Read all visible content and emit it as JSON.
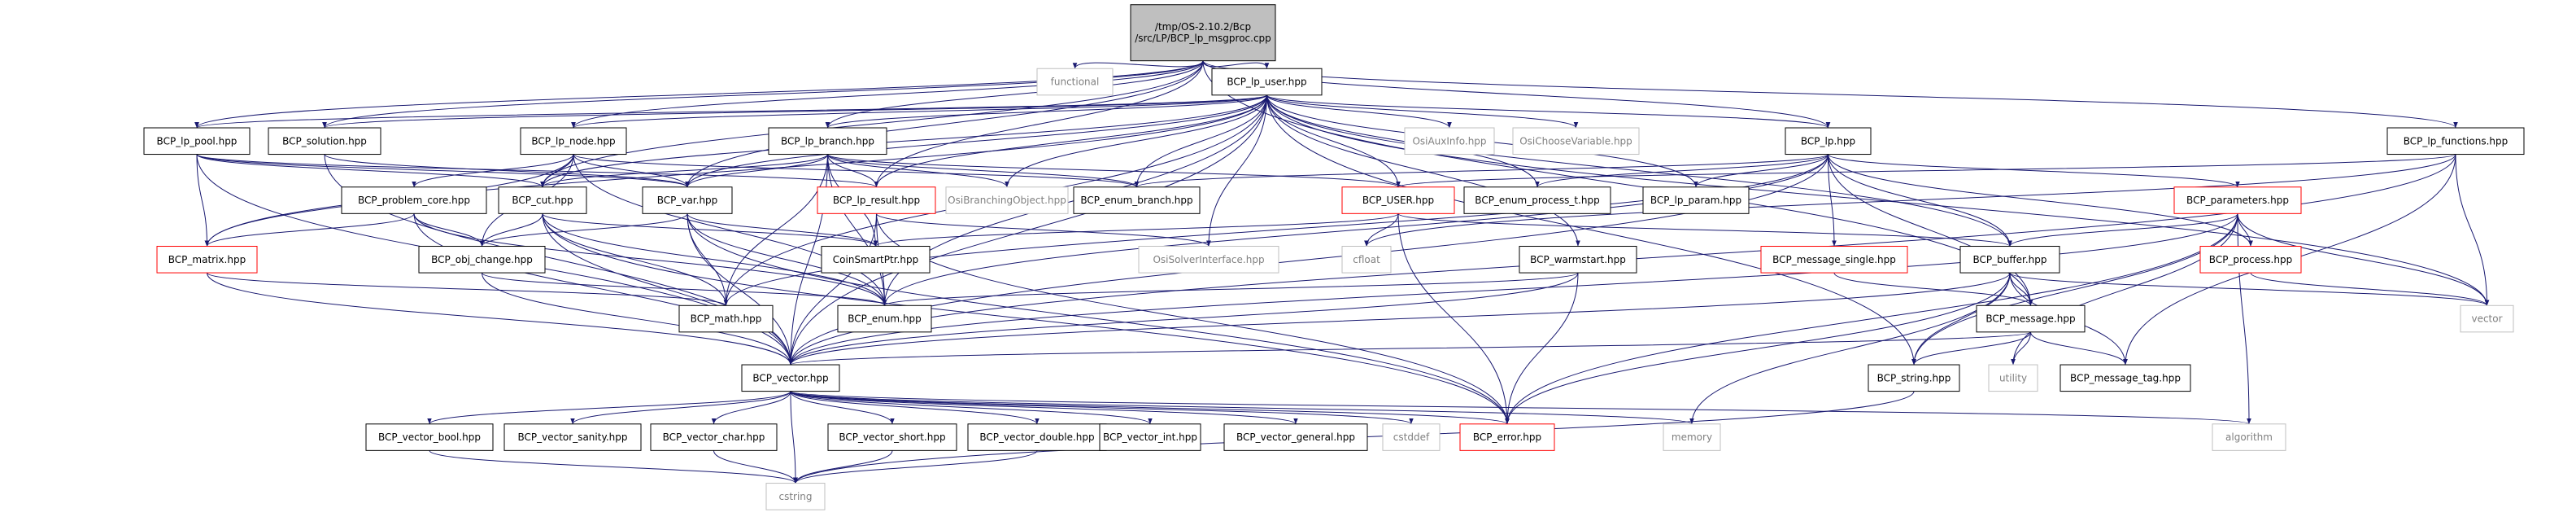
{
  "diagram": {
    "colors": {
      "edge": "#191970",
      "node_border": "#000000",
      "node_fill": "#ffffff",
      "root_fill": "#bfbfbf",
      "error_border": "#ff0000",
      "external_border": "#bfbfbf",
      "external_text": "#808080",
      "text": "#000000"
    },
    "nodes": [
      {
        "id": "root",
        "label": "/tmp/OS-2.10.2/Bcp\n/src/LP/BCP_lp_msgproc.cpp",
        "kind": "root"
      },
      {
        "id": "functional",
        "label": "functional",
        "kind": "external"
      },
      {
        "id": "lp_user",
        "label": "BCP_lp_user.hpp",
        "kind": "normal"
      },
      {
        "id": "lp_pool",
        "label": "BCP_lp_pool.hpp",
        "kind": "normal"
      },
      {
        "id": "solution",
        "label": "BCP_solution.hpp",
        "kind": "normal"
      },
      {
        "id": "lp_node",
        "label": "BCP_lp_node.hpp",
        "kind": "normal"
      },
      {
        "id": "lp_branch",
        "label": "BCP_lp_branch.hpp",
        "kind": "normal"
      },
      {
        "id": "osiauxinfo",
        "label": "OsiAuxInfo.hpp",
        "kind": "external"
      },
      {
        "id": "osichoose",
        "label": "OsiChooseVariable.hpp",
        "kind": "external"
      },
      {
        "id": "lp_hpp",
        "label": "BCP_lp.hpp",
        "kind": "normal"
      },
      {
        "id": "lp_functions",
        "label": "BCP_lp_functions.hpp",
        "kind": "normal"
      },
      {
        "id": "problem_core",
        "label": "BCP_problem_core.hpp",
        "kind": "normal"
      },
      {
        "id": "cut",
        "label": "BCP_cut.hpp",
        "kind": "normal"
      },
      {
        "id": "var",
        "label": "BCP_var.hpp",
        "kind": "normal"
      },
      {
        "id": "lp_result",
        "label": "BCP_lp_result.hpp",
        "kind": "error"
      },
      {
        "id": "osibranching",
        "label": "OsiBranchingObject.hpp",
        "kind": "external"
      },
      {
        "id": "enum_branch",
        "label": "BCP_enum_branch.hpp",
        "kind": "normal"
      },
      {
        "id": "user",
        "label": "BCP_USER.hpp",
        "kind": "error"
      },
      {
        "id": "enum_process_t",
        "label": "BCP_enum_process_t.hpp",
        "kind": "normal"
      },
      {
        "id": "lp_param",
        "label": "BCP_lp_param.hpp",
        "kind": "normal"
      },
      {
        "id": "parameters",
        "label": "BCP_parameters.hpp",
        "kind": "error"
      },
      {
        "id": "matrix",
        "label": "BCP_matrix.hpp",
        "kind": "error"
      },
      {
        "id": "obj_change",
        "label": "BCP_obj_change.hpp",
        "kind": "normal"
      },
      {
        "id": "coinsmartptr",
        "label": "CoinSmartPtr.hpp",
        "kind": "normal"
      },
      {
        "id": "osisolver",
        "label": "OsiSolverInterface.hpp",
        "kind": "external"
      },
      {
        "id": "cfloat",
        "label": "cfloat",
        "kind": "external"
      },
      {
        "id": "message_single",
        "label": "BCP_message_single.hpp",
        "kind": "error"
      },
      {
        "id": "buffer",
        "label": "BCP_buffer.hpp",
        "kind": "normal"
      },
      {
        "id": "process",
        "label": "BCP_process.hpp",
        "kind": "error"
      },
      {
        "id": "warmstart",
        "label": "BCP_warmstart.hpp",
        "kind": "normal"
      },
      {
        "id": "math",
        "label": "BCP_math.hpp",
        "kind": "normal"
      },
      {
        "id": "enum",
        "label": "BCP_enum.hpp",
        "kind": "normal"
      },
      {
        "id": "message",
        "label": "BCP_message.hpp",
        "kind": "normal"
      },
      {
        "id": "vector_ext",
        "label": "vector",
        "kind": "external"
      },
      {
        "id": "vector_hpp",
        "label": "BCP_vector.hpp",
        "kind": "normal"
      },
      {
        "id": "string_hpp",
        "label": "BCP_string.hpp",
        "kind": "normal"
      },
      {
        "id": "utility",
        "label": "utility",
        "kind": "external"
      },
      {
        "id": "message_tag",
        "label": "BCP_message_tag.hpp",
        "kind": "normal"
      },
      {
        "id": "vector_bool",
        "label": "BCP_vector_bool.hpp",
        "kind": "normal"
      },
      {
        "id": "vector_sanity",
        "label": "BCP_vector_sanity.hpp",
        "kind": "normal"
      },
      {
        "id": "vector_char",
        "label": "BCP_vector_char.hpp",
        "kind": "normal"
      },
      {
        "id": "vector_short",
        "label": "BCP_vector_short.hpp",
        "kind": "normal"
      },
      {
        "id": "vector_double",
        "label": "BCP_vector_double.hpp",
        "kind": "normal"
      },
      {
        "id": "vector_int",
        "label": "BCP_vector_int.hpp",
        "kind": "normal"
      },
      {
        "id": "vector_general",
        "label": "BCP_vector_general.hpp",
        "kind": "normal"
      },
      {
        "id": "cstddef",
        "label": "cstddef",
        "kind": "external"
      },
      {
        "id": "error",
        "label": "BCP_error.hpp",
        "kind": "error"
      },
      {
        "id": "memory",
        "label": "memory",
        "kind": "external"
      },
      {
        "id": "algorithm",
        "label": "algorithm",
        "kind": "external"
      },
      {
        "id": "cstring",
        "label": "cstring",
        "kind": "external"
      }
    ],
    "edges": [
      [
        "root",
        "functional"
      ],
      [
        "root",
        "lp_user"
      ],
      [
        "root",
        "lp_hpp"
      ],
      [
        "root",
        "lp_functions"
      ],
      [
        "root",
        "message"
      ],
      [
        "root",
        "lp_pool"
      ],
      [
        "root",
        "solution"
      ],
      [
        "root",
        "lp_node"
      ],
      [
        "root",
        "lp_branch"
      ],
      [
        "root",
        "cut"
      ],
      [
        "root",
        "var"
      ],
      [
        "root",
        "lp_result"
      ],
      [
        "lp_user",
        "lp_pool"
      ],
      [
        "lp_user",
        "solution"
      ],
      [
        "lp_user",
        "lp_node"
      ],
      [
        "lp_user",
        "lp_branch"
      ],
      [
        "lp_user",
        "osiauxinfo"
      ],
      [
        "lp_user",
        "osichoose"
      ],
      [
        "lp_user",
        "lp_hpp"
      ],
      [
        "lp_user",
        "cut"
      ],
      [
        "lp_user",
        "var"
      ],
      [
        "lp_user",
        "lp_result"
      ],
      [
        "lp_user",
        "osibranching"
      ],
      [
        "lp_user",
        "enum_branch"
      ],
      [
        "lp_user",
        "user"
      ],
      [
        "lp_user",
        "enum_process_t"
      ],
      [
        "lp_user",
        "lp_param"
      ],
      [
        "lp_user",
        "osisolver"
      ],
      [
        "lp_user",
        "warmstart"
      ],
      [
        "lp_user",
        "math"
      ],
      [
        "lp_user",
        "vector_hpp"
      ],
      [
        "lp_user",
        "string_hpp"
      ],
      [
        "lp_user",
        "buffer"
      ],
      [
        "lp_user",
        "vector_ext"
      ],
      [
        "lp_user",
        "matrix"
      ],
      [
        "lp_user",
        "enum"
      ],
      [
        "lp_pool",
        "cut"
      ],
      [
        "lp_pool",
        "var"
      ],
      [
        "lp_pool",
        "matrix"
      ],
      [
        "lp_pool",
        "lp_result"
      ],
      [
        "lp_pool",
        "vector_hpp"
      ],
      [
        "solution",
        "vector_hpp"
      ],
      [
        "solution",
        "var"
      ],
      [
        "lp_node",
        "problem_core"
      ],
      [
        "lp_node",
        "cut"
      ],
      [
        "lp_node",
        "var"
      ],
      [
        "lp_node",
        "obj_change"
      ],
      [
        "lp_node",
        "enum_branch"
      ],
      [
        "lp_node",
        "matrix"
      ],
      [
        "lp_node",
        "enum"
      ],
      [
        "lp_branch",
        "cut"
      ],
      [
        "lp_branch",
        "var"
      ],
      [
        "lp_branch",
        "lp_result"
      ],
      [
        "lp_branch",
        "osibranching"
      ],
      [
        "lp_branch",
        "enum_branch"
      ],
      [
        "lp_branch",
        "coinsmartptr"
      ],
      [
        "lp_branch",
        "user"
      ],
      [
        "lp_branch",
        "enum"
      ],
      [
        "lp_branch",
        "vector_hpp"
      ],
      [
        "lp_branch",
        "math"
      ],
      [
        "lp_hpp",
        "enum_process_t"
      ],
      [
        "lp_hpp",
        "lp_param"
      ],
      [
        "lp_hpp",
        "parameters"
      ],
      [
        "lp_hpp",
        "buffer"
      ],
      [
        "lp_hpp",
        "message"
      ],
      [
        "lp_hpp",
        "process"
      ],
      [
        "lp_hpp",
        "enum"
      ],
      [
        "lp_hpp",
        "math"
      ],
      [
        "lp_hpp",
        "vector_hpp"
      ],
      [
        "lp_hpp",
        "message_single"
      ],
      [
        "lp_hpp",
        "enum_branch"
      ],
      [
        "lp_functions",
        "user"
      ],
      [
        "lp_functions",
        "vector_ext"
      ],
      [
        "lp_functions",
        "vector_hpp"
      ],
      [
        "lp_functions",
        "message_tag"
      ],
      [
        "lp_functions",
        "cfloat"
      ],
      [
        "problem_core",
        "obj_change"
      ],
      [
        "problem_core",
        "matrix"
      ],
      [
        "problem_core",
        "vector_hpp"
      ],
      [
        "problem_core",
        "enum"
      ],
      [
        "cut",
        "obj_change"
      ],
      [
        "cut",
        "coinsmartptr"
      ],
      [
        "cut",
        "enum"
      ],
      [
        "cut",
        "math"
      ],
      [
        "cut",
        "vector_hpp"
      ],
      [
        "cut",
        "error"
      ],
      [
        "var",
        "obj_change"
      ],
      [
        "var",
        "coinsmartptr"
      ],
      [
        "var",
        "enum"
      ],
      [
        "var",
        "math"
      ],
      [
        "var",
        "vector_hpp"
      ],
      [
        "var",
        "error"
      ],
      [
        "lp_result",
        "osisolver"
      ],
      [
        "lp_result",
        "vector_hpp"
      ],
      [
        "lp_result",
        "error"
      ],
      [
        "lp_result",
        "enum"
      ],
      [
        "user",
        "coinsmartptr"
      ],
      [
        "user",
        "cfloat"
      ],
      [
        "user",
        "buffer"
      ],
      [
        "user",
        "error"
      ],
      [
        "parameters",
        "buffer"
      ],
      [
        "parameters",
        "process"
      ],
      [
        "parameters",
        "string_hpp"
      ],
      [
        "parameters",
        "utility"
      ],
      [
        "parameters",
        "vector_hpp"
      ],
      [
        "parameters",
        "algorithm"
      ],
      [
        "parameters",
        "vector_ext"
      ],
      [
        "parameters",
        "error"
      ],
      [
        "matrix",
        "vector_hpp"
      ],
      [
        "matrix",
        "math"
      ],
      [
        "obj_change",
        "vector_hpp"
      ],
      [
        "obj_change",
        "enum"
      ],
      [
        "message_single",
        "message"
      ],
      [
        "buffer",
        "message"
      ],
      [
        "buffer",
        "string_hpp"
      ],
      [
        "buffer",
        "message_tag"
      ],
      [
        "buffer",
        "vector_hpp"
      ],
      [
        "buffer",
        "error"
      ],
      [
        "buffer",
        "vector_ext"
      ],
      [
        "buffer",
        "memory"
      ],
      [
        "process",
        "vector_ext"
      ],
      [
        "warmstart",
        "enum"
      ],
      [
        "warmstart",
        "vector_hpp"
      ],
      [
        "warmstart",
        "error"
      ],
      [
        "message",
        "string_hpp"
      ],
      [
        "message",
        "utility"
      ],
      [
        "message",
        "message_tag"
      ],
      [
        "message",
        "vector_hpp"
      ],
      [
        "vector_hpp",
        "vector_bool"
      ],
      [
        "vector_hpp",
        "vector_sanity"
      ],
      [
        "vector_hpp",
        "vector_char"
      ],
      [
        "vector_hpp",
        "vector_short"
      ],
      [
        "vector_hpp",
        "vector_double"
      ],
      [
        "vector_hpp",
        "vector_int"
      ],
      [
        "vector_hpp",
        "vector_general"
      ],
      [
        "vector_hpp",
        "cstddef"
      ],
      [
        "vector_hpp",
        "error"
      ],
      [
        "vector_hpp",
        "memory"
      ],
      [
        "vector_hpp",
        "algorithm"
      ],
      [
        "vector_hpp",
        "cstring"
      ],
      [
        "string_hpp",
        "cstring"
      ],
      [
        "vector_bool",
        "cstring"
      ],
      [
        "vector_char",
        "cstring"
      ],
      [
        "vector_short",
        "cstring"
      ],
      [
        "vector_double",
        "cstring"
      ]
    ]
  }
}
